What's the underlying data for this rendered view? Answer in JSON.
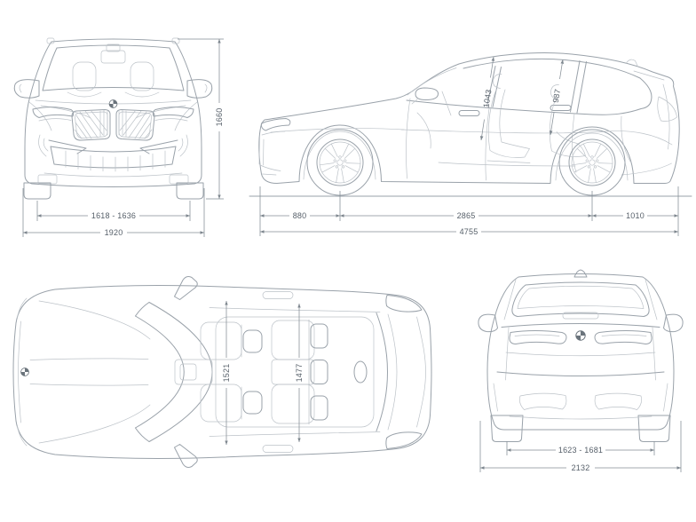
{
  "colors": {
    "line": "#9AA2AA",
    "line_detail": "#BCC2C8",
    "dimension": "#848D95",
    "text": "#57606A",
    "background": "#FFFFFF"
  },
  "views": {
    "front": {
      "dims": {
        "height": "1660",
        "track": "1618 - 1636",
        "width": "1920"
      }
    },
    "side": {
      "dims": {
        "front_headroom": "1043",
        "rear_headroom": "987",
        "front_overhang": "880",
        "wheelbase": "2865",
        "rear_overhang": "1010",
        "length": "4755"
      }
    },
    "top": {
      "dims": {
        "front_shoulder_room": "1521",
        "rear_shoulder_room": "1477"
      }
    },
    "rear": {
      "dims": {
        "track": "1623 - 1681",
        "width_incl_mirrors": "2132"
      }
    }
  }
}
